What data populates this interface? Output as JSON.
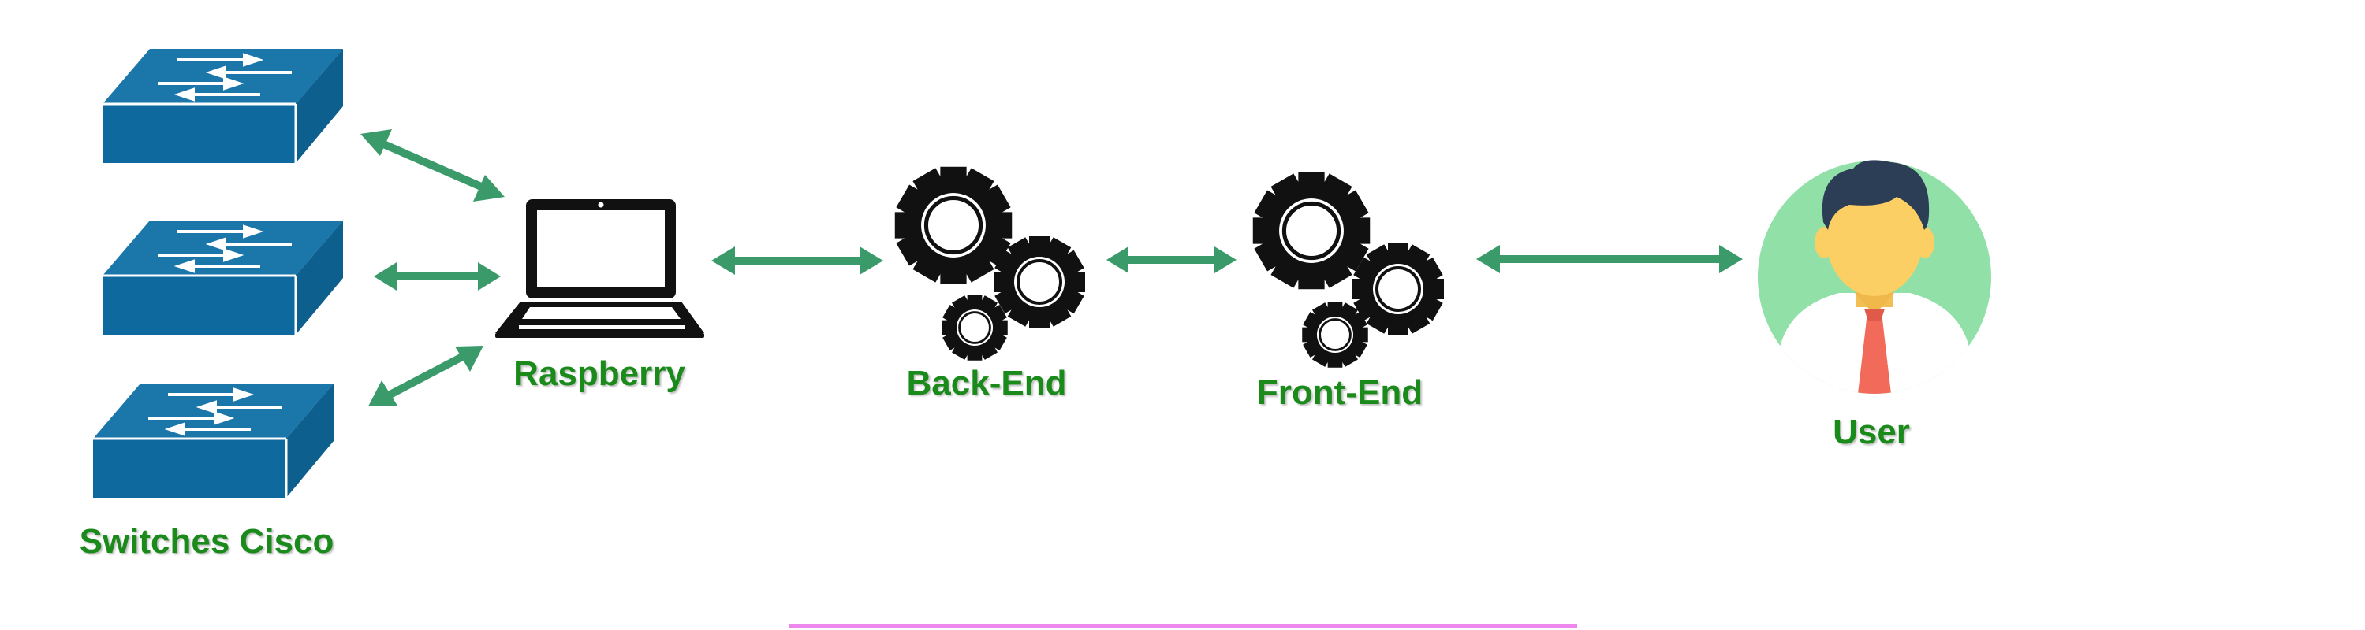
{
  "labels": {
    "switches": "Switches Cisco",
    "raspberry": "Raspberry",
    "backend": "Back-End",
    "frontend": "Front-End",
    "user": "User"
  },
  "icons": {
    "switch": "network-switch-icon",
    "laptop": "laptop-icon",
    "gears": "gears-icon",
    "user": "user-avatar-icon"
  },
  "colors": {
    "label": "#1a8a1a",
    "arrow": "#3a9a6a",
    "switch_top": "#1b76aa",
    "switch_front": "#0e6a9e",
    "avatar_bg": "#90e0a8",
    "accent_line": "#ee88ee"
  }
}
